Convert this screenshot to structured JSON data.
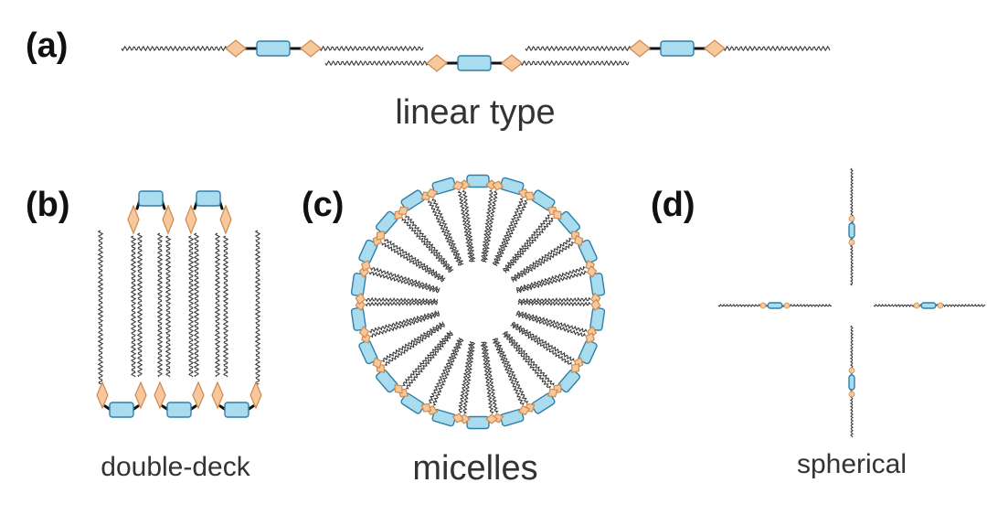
{
  "panels": {
    "a": {
      "label": "(a)",
      "caption": "linear type"
    },
    "b": {
      "label": "(b)",
      "caption": "double-deck"
    },
    "c": {
      "label": "(c)",
      "caption": "micelles"
    },
    "d": {
      "label": "(d)",
      "caption": "spherical"
    }
  },
  "colors": {
    "core_fill": "#a9dcef",
    "core_stroke": "#2f7fa8",
    "end_fill": "#f6c89b",
    "end_stroke": "#cf8a4e",
    "chain": "#3a3a3a",
    "text": "#111111"
  }
}
